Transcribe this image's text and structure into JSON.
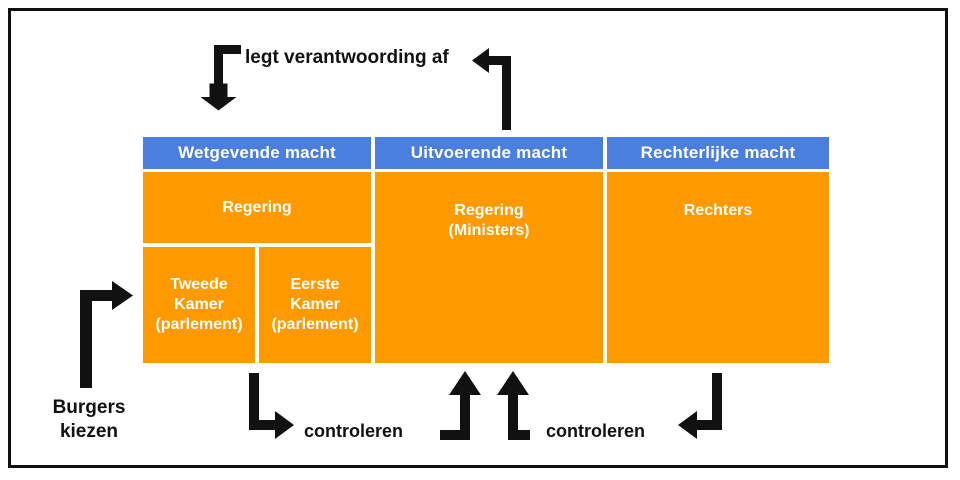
{
  "diagram": {
    "title_visible": false,
    "background": "#ffffff",
    "frame_color": "#111111",
    "header_color": "#4a7fe0",
    "body_color": "#ff9900",
    "text_on_fill": "#ffffff",
    "arrow_color": "#111111"
  },
  "columns": [
    {
      "header": "Wetgevende macht",
      "cells": [
        {
          "text": "Regering"
        },
        {
          "text": "Tweede\nKamer\n(parlement)"
        },
        {
          "text": "Eerste\nKamer\n(parlement)"
        }
      ]
    },
    {
      "header": "Uitvoerende macht",
      "cells": [
        {
          "text": "Regering\n(Ministers)"
        }
      ]
    },
    {
      "header": "Rechterlijke macht",
      "cells": [
        {
          "text": "Rechters"
        }
      ]
    }
  ],
  "annotations": {
    "top_label": "legt verantwoording af",
    "left_label": "Burgers\nkiezen",
    "bottom_label_left": "controleren",
    "bottom_label_right": "controleren"
  },
  "arrows": [
    {
      "name": "accountability-down-arrow",
      "description": "elbow arrow pointing down into Wetgevende macht"
    },
    {
      "name": "accountability-left-arrow",
      "description": "elbow arrow rising from Uitvoerende macht turning left"
    },
    {
      "name": "citizens-elect-arrow",
      "description": "elbow arrow rising from Burgers kiezen turning right into Tweede Kamer"
    },
    {
      "name": "control-down-right-arrow",
      "description": "elbow arrow from Wetgevende macht turning right"
    },
    {
      "name": "control-up-arrow-left",
      "description": "upward arrow into Uitvoerende macht"
    },
    {
      "name": "control-up-arrow-right",
      "description": "upward arrow into Uitvoerende macht"
    },
    {
      "name": "control-down-left-arrow",
      "description": "elbow arrow from Rechterlijke macht turning left"
    }
  ]
}
